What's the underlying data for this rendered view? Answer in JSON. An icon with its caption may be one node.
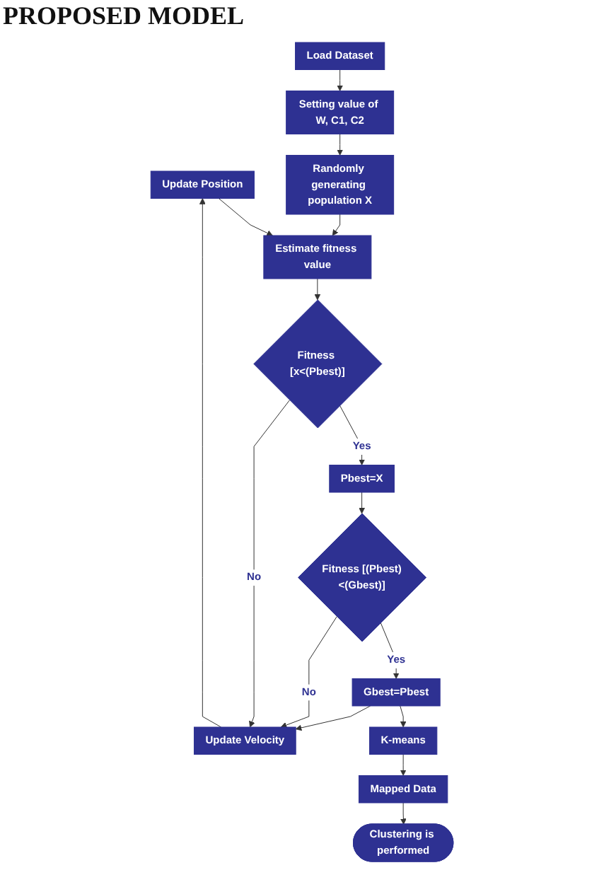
{
  "diagram": {
    "title": "PROPOSED MODEL",
    "nodes": [
      {
        "text": [
          "Load Dataset"
        ]
      },
      {
        "text": [
          "Setting value of W, C1, C2"
        ]
      },
      {
        "text": [
          "Randomly generating population X"
        ]
      },
      {
        "text": [
          "Update Position"
        ]
      },
      {
        "text": [
          "Estimate fitness value"
        ]
      },
      {
        "text": [
          "Fitness [x<(Pbest)]"
        ]
      },
      {
        "text": [
          "Pbest=X"
        ]
      },
      {
        "text": [
          "Update Velocity"
        ]
      },
      {
        "text": [
          "Fitness [(Pbest)<(Gbest)]"
        ]
      },
      {
        "text": [
          "Gbest=Pbest"
        ]
      },
      {
        "text": [
          "K-means"
        ]
      },
      {
        "text": [
          "Mapped Data"
        ]
      },
      {
        "text": [
          "Clustering is performed"
        ]
      }
    ],
    "edges": [
      {
        "from": 0,
        "to": 1,
        "arrow": "to"
      },
      {
        "from": 1,
        "to": 2,
        "arrow": "to"
      },
      {
        "from": 2,
        "to": 4,
        "arrow": "to"
      },
      {
        "from": 4,
        "to": 5,
        "arrow": "to"
      },
      {
        "from": 5,
        "to": 6,
        "arrow": "to",
        "label": "Yes"
      },
      {
        "from": 6,
        "to": 8,
        "arrow": "to"
      },
      {
        "from": 8,
        "to": 9,
        "arrow": "to",
        "label": "Yes"
      },
      {
        "from": 9,
        "to": 10,
        "arrow": "to"
      },
      {
        "from": 10,
        "to": 11,
        "arrow": "to"
      },
      {
        "from": 11,
        "to": 12,
        "arrow": "to"
      },
      {
        "from": 5,
        "to": 7,
        "arrow": "to",
        "label": "No"
      },
      {
        "from": 8,
        "to": 7,
        "arrow": "to",
        "label": "No"
      },
      {
        "from": 9,
        "to": 7,
        "arrow": "to"
      },
      {
        "from": 7,
        "to": 3,
        "arrow": "to"
      },
      {
        "from": 3,
        "to": 4,
        "arrow": "to"
      }
    ]
  }
}
